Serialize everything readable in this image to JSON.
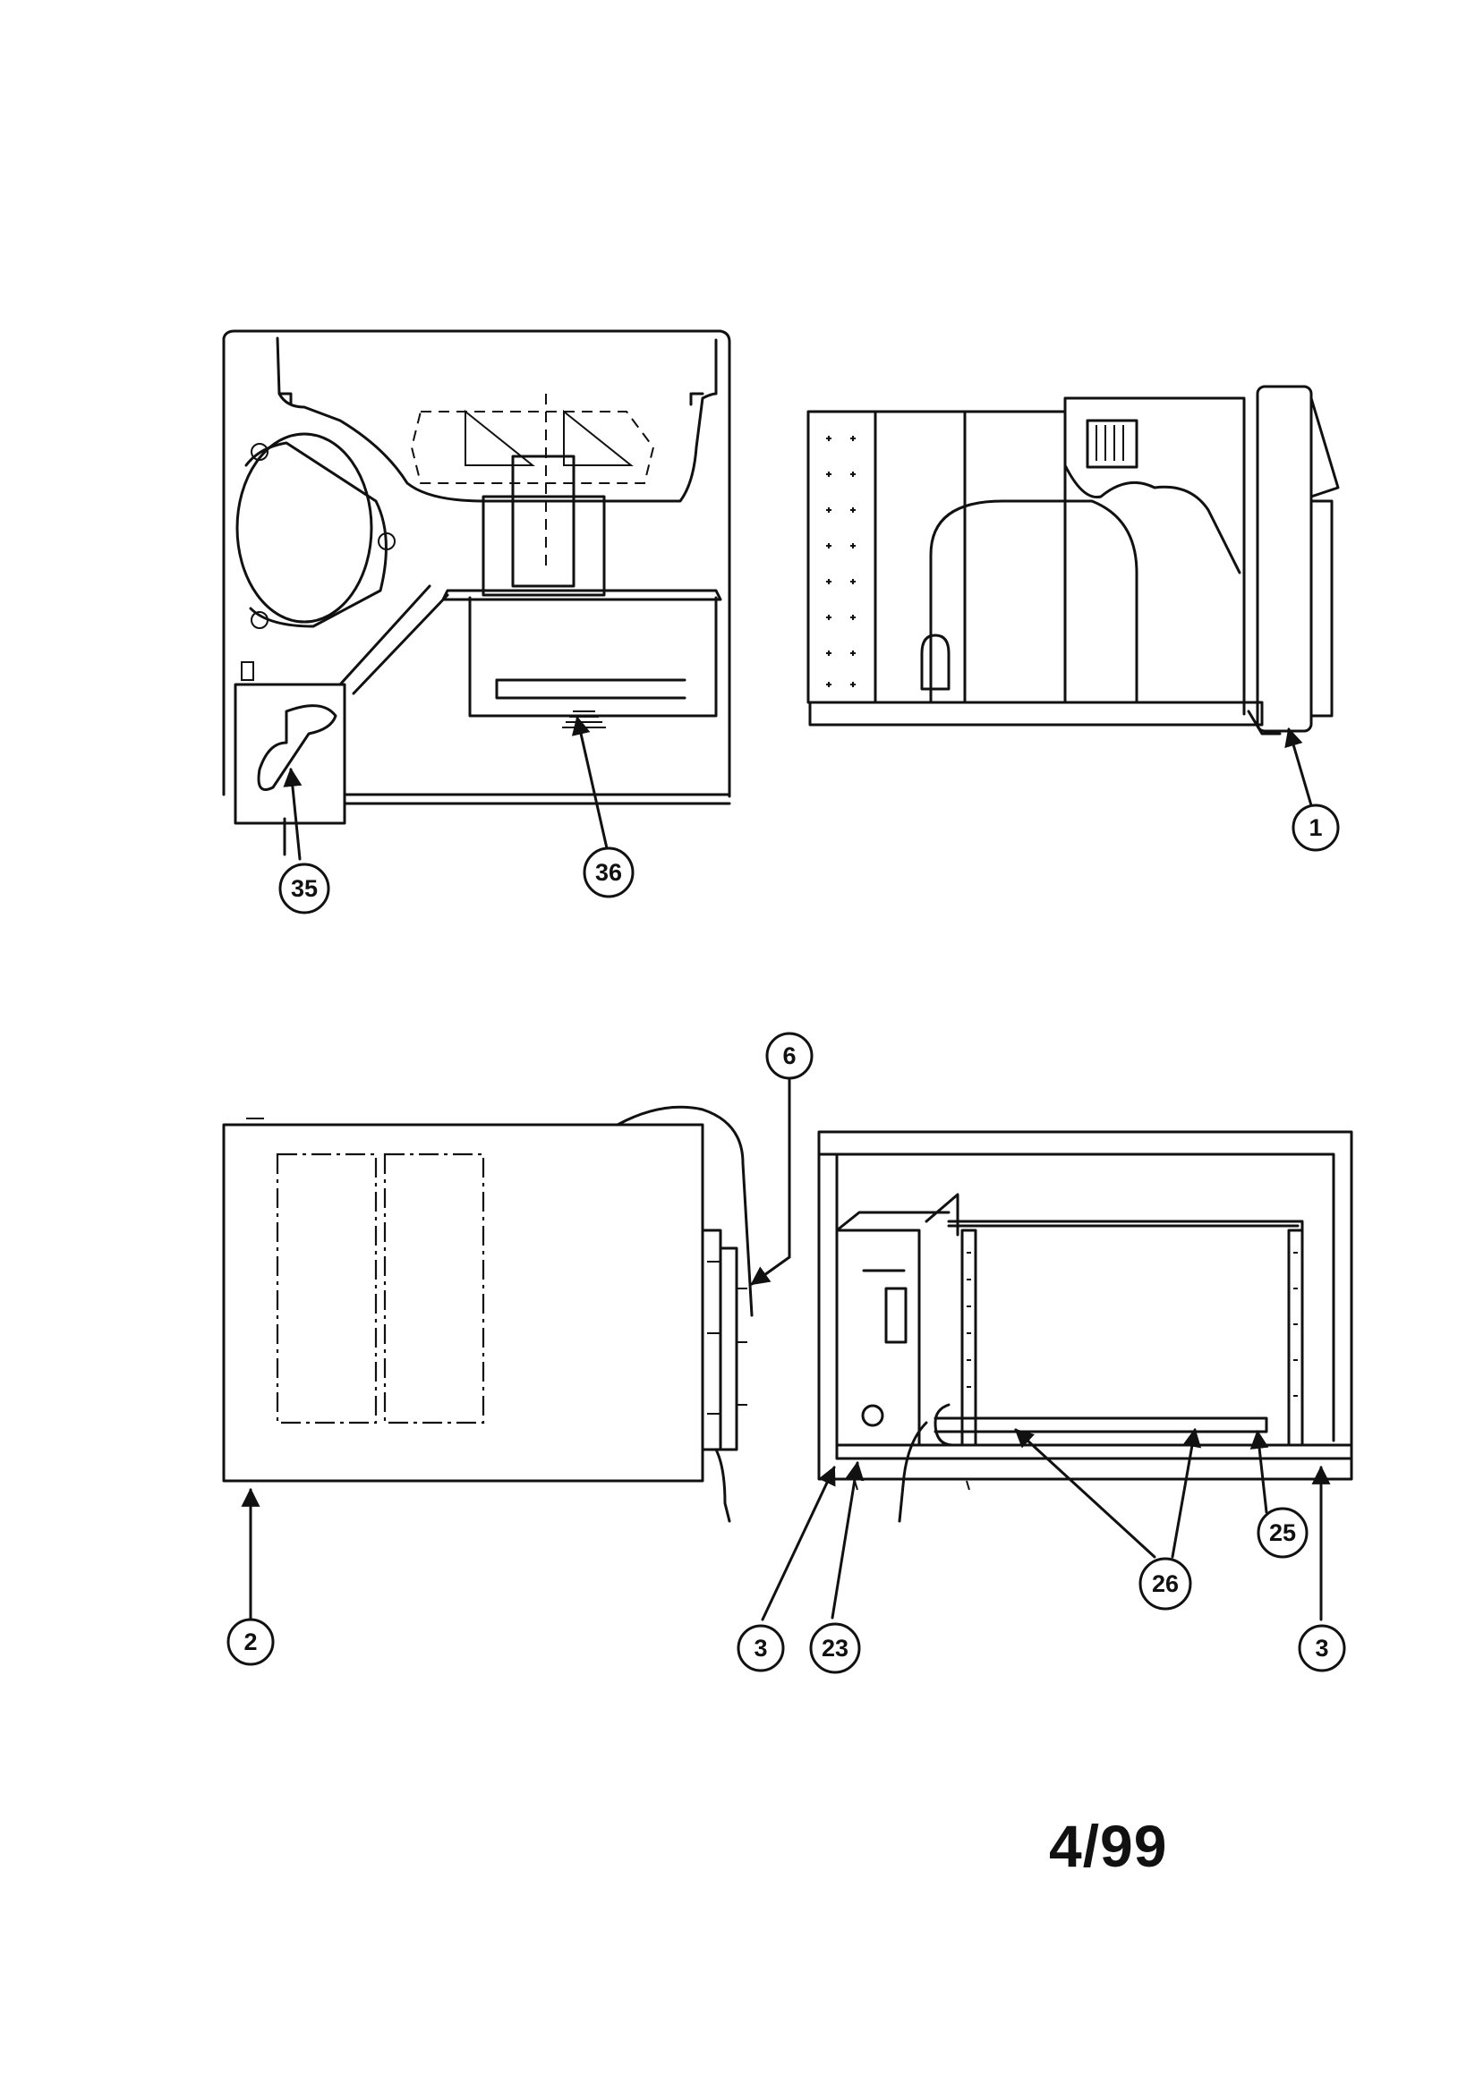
{
  "callouts": {
    "c35": "35",
    "c36": "36",
    "c1": "1",
    "c6": "6",
    "c2": "2",
    "c3a": "3",
    "c23": "23",
    "c26": "26",
    "c25": "25",
    "c3b": "3"
  },
  "page_code": "4/99"
}
